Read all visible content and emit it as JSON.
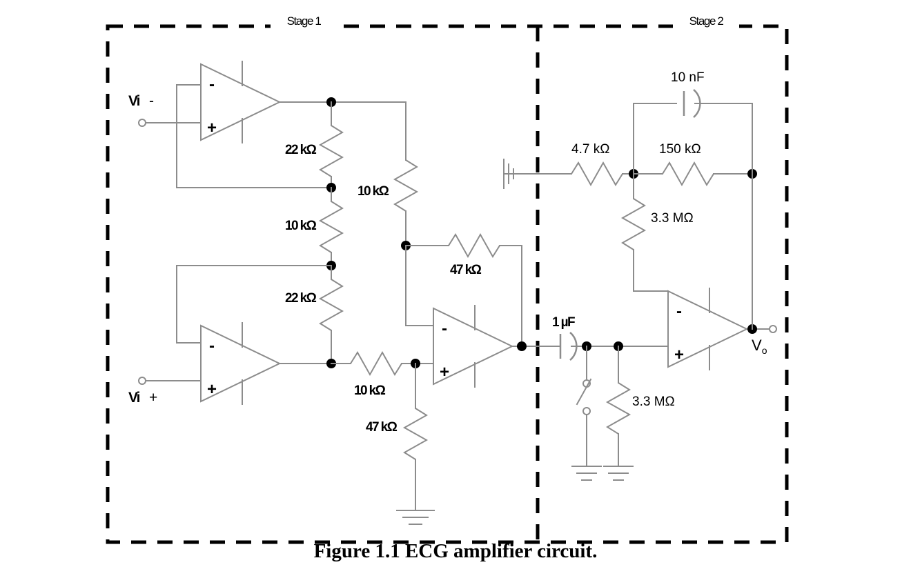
{
  "figure": {
    "caption": "Figure 1.1 ECG amplifier circuit.",
    "stage1_label": "Stage 1",
    "stage2_label": "Stage 2"
  },
  "ports": {
    "vi_minus_name": "Vi",
    "vi_minus_sign": "-",
    "vi_plus_name": "Vi",
    "vi_plus_sign": "+",
    "vout_name": "V",
    "vout_sub": "o"
  },
  "opamp_pins": {
    "inverting": "-",
    "noninverting": "+"
  },
  "components": {
    "r_22k_top": "22 kΩ",
    "r_10k_mid": "10 kΩ",
    "r_22k_bot": "22 kΩ",
    "r_10k_right": "10 kΩ",
    "r_47k_fb": "47 kΩ",
    "r_10k_series": "10 kΩ",
    "r_47k_gnd": "47 kΩ",
    "c_10n": "10 nF",
    "r_4k7": "4.7 kΩ",
    "r_150k": "150 kΩ",
    "r_3m3_stage2a": "3.3 MΩ",
    "c_1u": "1 µF",
    "r_3m3_stage2b": "3.3 MΩ"
  },
  "colors": {
    "wire": "#8c8c8c",
    "node": "#000000",
    "boundary": "#000000",
    "background": "#ffffff",
    "text": "#000000"
  }
}
